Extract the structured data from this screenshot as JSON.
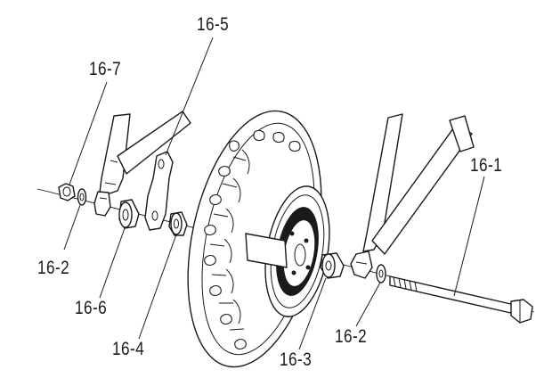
{
  "callouts": [
    {
      "id": "c-16-5",
      "text": "16-5"
    },
    {
      "id": "c-16-7",
      "text": "16-7"
    },
    {
      "id": "c-16-1",
      "text": "16-1"
    },
    {
      "id": "c-16-2-left",
      "text": "16-2"
    },
    {
      "id": "c-16-6",
      "text": "16-6"
    },
    {
      "id": "c-16-4",
      "text": "16-4"
    },
    {
      "id": "c-16-3",
      "text": "16-3"
    },
    {
      "id": "c-16-2-right",
      "text": "16-2"
    }
  ]
}
